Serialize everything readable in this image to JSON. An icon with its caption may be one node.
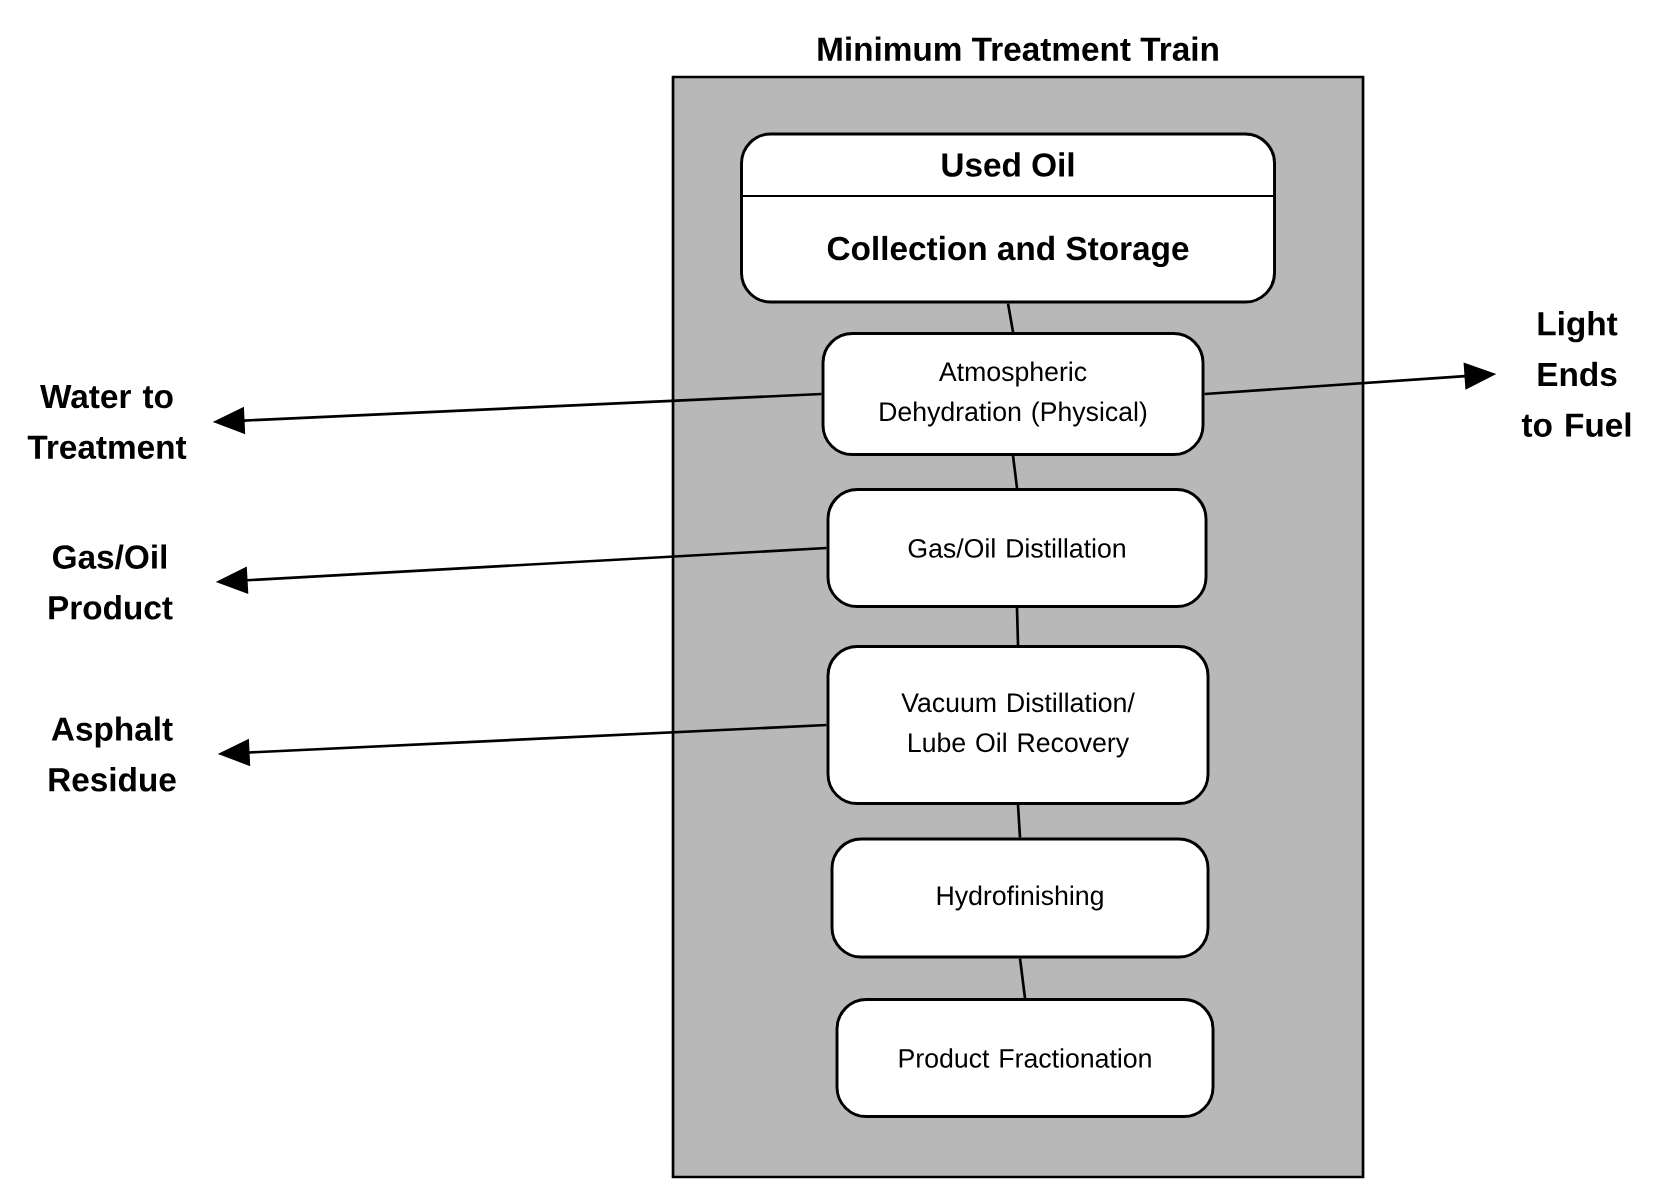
{
  "diagram": {
    "nodes": [
      {
        "text": [
          "Minimum Treatment Train"
        ]
      },
      {
        "text": [
          "Used Oil",
          "Collection and Storage"
        ],
        "in": 0
      },
      {
        "text": [
          "Atmospheric Dehydration (Physical)"
        ],
        "in": 0
      },
      {
        "text": [
          "Gas/Oil Distillation"
        ],
        "in": 0
      },
      {
        "text": [
          "Vacuum Distillation/ Lube Oil Recovery"
        ],
        "in": 0
      },
      {
        "text": [
          "Hydrofinishing"
        ],
        "in": 0
      },
      {
        "text": [
          "Product Fractionation"
        ],
        "in": 0
      },
      {
        "text": [
          "Water to Treatment"
        ]
      },
      {
        "text": [
          "Gas/Oil Product"
        ]
      },
      {
        "text": [
          "Asphalt Residue"
        ]
      },
      {
        "text": [
          "Light Ends to Fuel"
        ]
      }
    ],
    "edges": [
      {
        "from": 1,
        "to": 2,
        "arrow": "none"
      },
      {
        "from": 2,
        "to": 3,
        "arrow": "none"
      },
      {
        "from": 3,
        "to": 4,
        "arrow": "none"
      },
      {
        "from": 4,
        "to": 5,
        "arrow": "none"
      },
      {
        "from": 5,
        "to": 6,
        "arrow": "none"
      },
      {
        "from": 2,
        "to": 7,
        "arrow": "to"
      },
      {
        "from": 3,
        "to": 8,
        "arrow": "to"
      },
      {
        "from": 4,
        "to": 9,
        "arrow": "to"
      },
      {
        "from": 2,
        "to": 10,
        "arrow": "to"
      }
    ]
  }
}
